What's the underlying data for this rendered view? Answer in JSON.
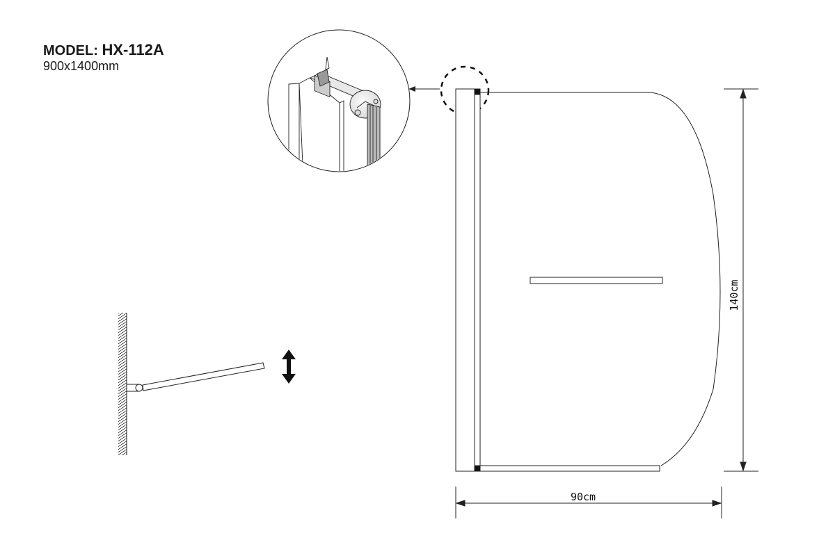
{
  "header": {
    "model_label": "MODEL:",
    "model_number": "HX-112A",
    "size": "900x1400mm"
  },
  "dimensions": {
    "width": "90cm",
    "height": "140cm"
  },
  "colors": {
    "line": "#1a1a1a",
    "background": "#ffffff"
  }
}
